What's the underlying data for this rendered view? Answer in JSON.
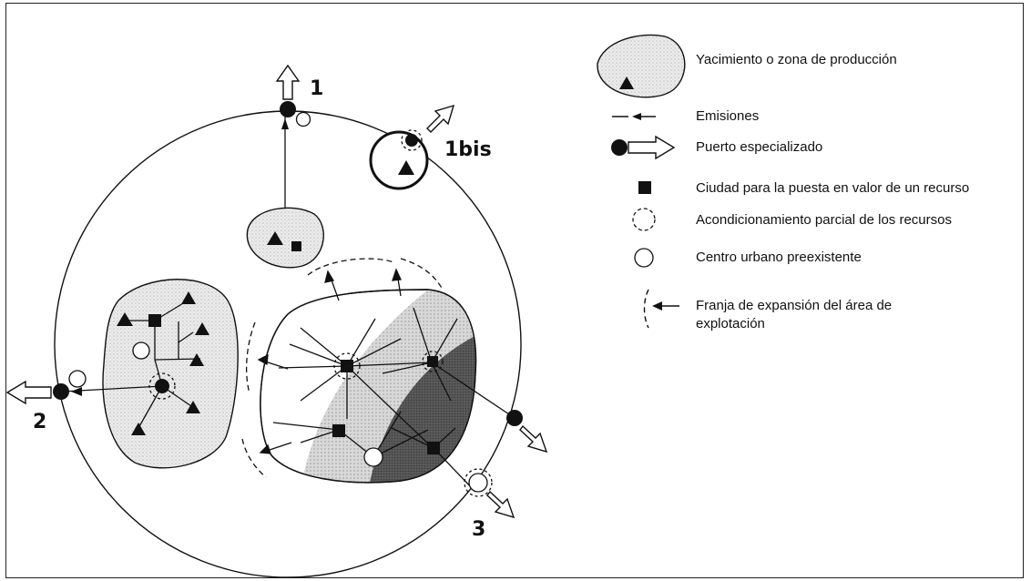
{
  "diagram": {
    "point_labels": {
      "p1": "1",
      "p1bis": "1bis",
      "p2": "2",
      "p3": "3"
    }
  },
  "legend": {
    "items": [
      {
        "id": "deposit",
        "label": "Yacimiento o zona de producción",
        "icon": "deposit-zone-icon"
      },
      {
        "id": "emissions",
        "label": "Emisiones",
        "icon": "dashed-arrow-icon"
      },
      {
        "id": "port",
        "label": "Puerto especializado",
        "icon": "port-arrow-icon"
      },
      {
        "id": "city",
        "label": "Ciudad para la puesta en valor de un recurso",
        "icon": "black-square-icon"
      },
      {
        "id": "partial",
        "label": "Acondicionamiento parcial de los recursos",
        "icon": "dashed-circle-icon"
      },
      {
        "id": "urban",
        "label": "Centro urbano preexistente",
        "icon": "open-circle-icon"
      },
      {
        "id": "fringe",
        "label": "Franja de expansión del área de",
        "label2": "explotación",
        "icon": "fringe-arrow-icon"
      }
    ]
  }
}
